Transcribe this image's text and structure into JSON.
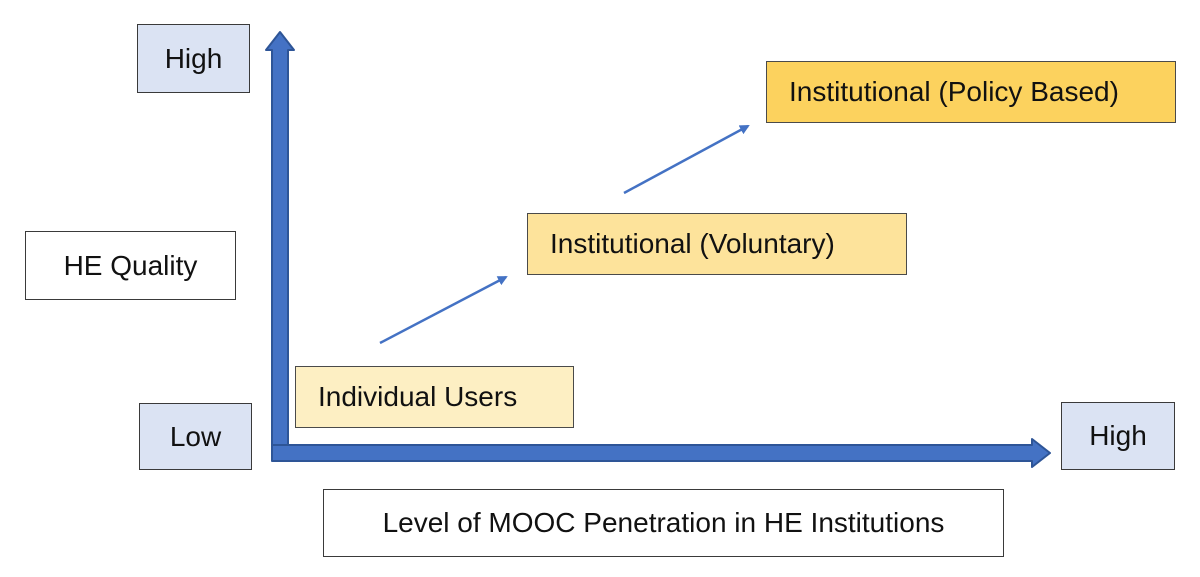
{
  "axes": {
    "y_label": "HE Quality",
    "y_low": "Low",
    "y_high": "High",
    "x_label": "Level of MOOC Penetration in HE Institutions",
    "x_high": "High",
    "axis_color": "#2e5597",
    "axis_fill": "#4472c4"
  },
  "stages": [
    {
      "label": "Individual Users",
      "color": "#fdefc3"
    },
    {
      "label": "Institutional (Voluntary)",
      "color": "#fde39b"
    },
    {
      "label": "Institutional (Policy Based)",
      "color": "#fcd25e"
    }
  ],
  "transition_arrow_color": "#4472c4",
  "axis_end_box_color": "#dbe3f3"
}
